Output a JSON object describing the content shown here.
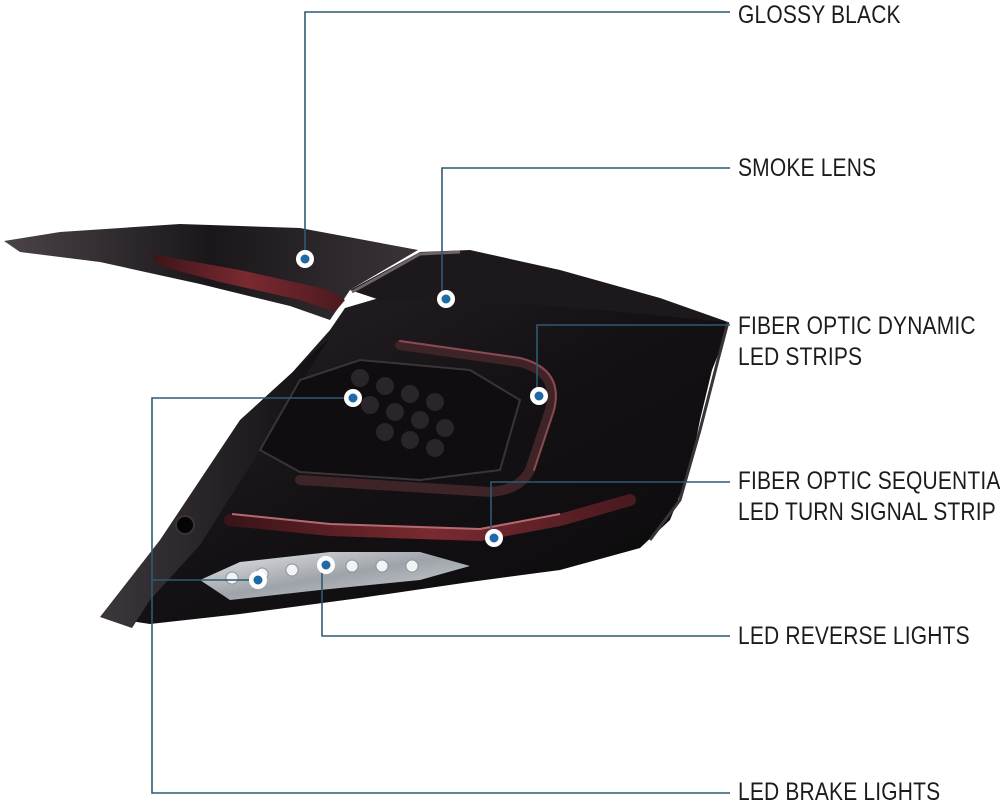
{
  "colors": {
    "leader": "#2f5a72",
    "marker": "#1f6aa5",
    "housing": "#161316",
    "smoke_lens": "#241d22",
    "red_strip": "#5a1e24",
    "led_chrome": "#bfc3c8"
  },
  "callouts": [
    {
      "id": "glossy-black",
      "lines": [
        "GLOSSY BLACK"
      ]
    },
    {
      "id": "smoke-lens",
      "lines": [
        "SMOKE LENS"
      ]
    },
    {
      "id": "fiber-optic-dynamic",
      "lines": [
        "FIBER OPTIC DYNAMIC",
        "LED STRIPS"
      ]
    },
    {
      "id": "fiber-optic-sequential",
      "lines": [
        "FIBER OPTIC SEQUENTIAL",
        "LED TURN SIGNAL STRIP"
      ]
    },
    {
      "id": "led-reverse",
      "lines": [
        "LED REVERSE LIGHTS"
      ]
    },
    {
      "id": "led-brake",
      "lines": [
        "LED BRAKE LIGHTS"
      ]
    }
  ]
}
